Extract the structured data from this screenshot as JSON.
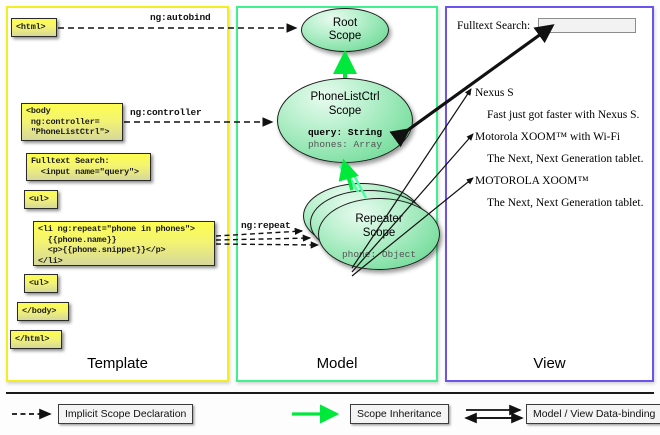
{
  "panels": {
    "template": {
      "label": "Template",
      "border_color": "#f2ee22"
    },
    "model": {
      "label": "Model",
      "border_color": "#3ff08e"
    },
    "view": {
      "label": "View",
      "border_color": "#6a54ef"
    }
  },
  "template_boxes": {
    "html_open": "<html>",
    "body_open": "<body\n ng:controller=\n \"PhoneListCtrl\">",
    "search": "Fulltext Search:\n  <input name=\"query\">",
    "ul_open": "<ul>",
    "li_repeat": "<li ng:repeat=\"phone in phones\">\n  {{phone.name}}\n  <p>{{phone.snippet}}</p>\n</li>",
    "ul_close": "<ul>",
    "body_close": "</body>",
    "html_close": "</html>"
  },
  "connector_labels": {
    "autobind": "ng:autobind",
    "controller": "ng:controller",
    "repeat": "ng:repeat"
  },
  "model_scopes": {
    "root": {
      "line1": "Root",
      "line2": "Scope"
    },
    "controller": {
      "line1": "PhoneListCtrl",
      "line2": "Scope",
      "vars": [
        {
          "text": "query: String",
          "emphasis": "strong"
        },
        {
          "text": "phones: Array",
          "emphasis": "dim"
        }
      ]
    },
    "repeater": {
      "line1": "Repeater",
      "line2": "Scope",
      "vars": [
        {
          "text": "phone: Object",
          "emphasis": "dim"
        }
      ]
    }
  },
  "view": {
    "search_label": "Fulltext Search:",
    "search_value": "",
    "search_placeholder": "",
    "items": [
      {
        "bullet": "•",
        "name": "Nexus S",
        "snippet": "Fast just got faster with Nexus S."
      },
      {
        "bullet": "•",
        "name": "Motorola XOOM™  with Wi-Fi",
        "snippet": "The Next, Next Generation tablet."
      },
      {
        "bullet": "•",
        "name": "MOTOROLA XOOM™",
        "snippet": "The Next, Next Generation tablet."
      }
    ]
  },
  "legend": [
    {
      "label": "Implicit Scope Declaration",
      "arrow": "dashed-black-single",
      "color": "#111111"
    },
    {
      "label": "Scope Inheritance",
      "arrow": "solid-green-single",
      "color": "#00e83c"
    },
    {
      "label": "Model / View Data-binding",
      "arrow": "solid-black-double",
      "color": "#111111"
    }
  ]
}
